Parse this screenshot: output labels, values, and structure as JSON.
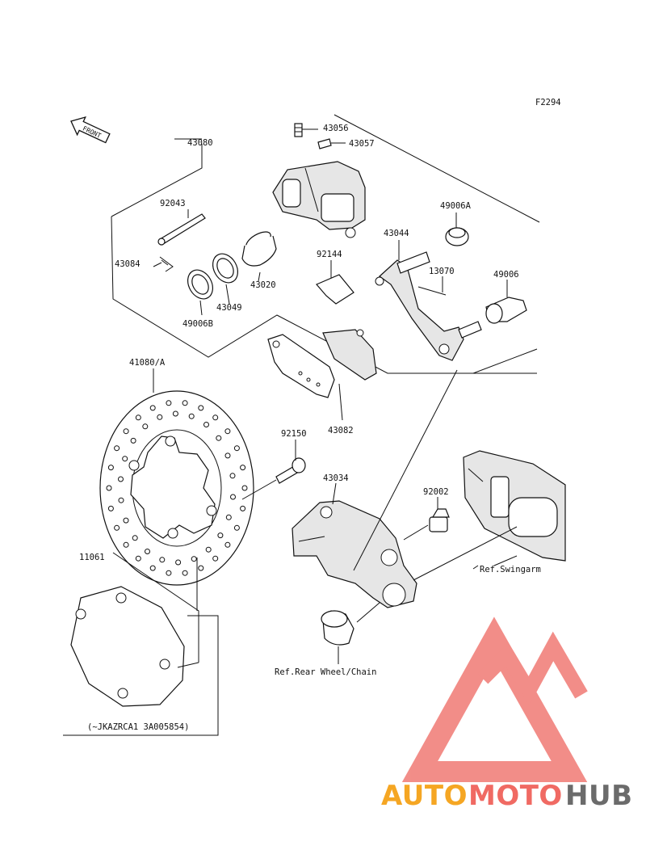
{
  "figure_code": "F2294",
  "front_label": "FRONT",
  "parts": {
    "p43056": "43056",
    "p43057": "43057",
    "p43080": "43080",
    "p92043": "92043",
    "p49006A": "49006A",
    "p43044": "43044",
    "p43084": "43084",
    "p92144": "92144",
    "p13070": "13070",
    "p49006": "49006",
    "p43020": "43020",
    "p43049": "43049",
    "p49006B": "49006B",
    "p41080A": "41080/A",
    "p43082": "43082",
    "p92150": "92150",
    "p43034": "43034",
    "p92002": "92002",
    "p11061": "11061"
  },
  "refs": {
    "swingarm": "Ref.Swingarm",
    "rear_wheel": "Ref.Rear Wheel/Chain",
    "serial": "(~JKAZRCA1 3A005854)"
  },
  "watermark": {
    "part1": "AUTO",
    "part2": "MOTO",
    "part3": "HUB",
    "color_orange": "#f5a623",
    "color_red": "#f06a63",
    "color_gray": "#6b6b6b",
    "logo_color": "#f07a74"
  }
}
